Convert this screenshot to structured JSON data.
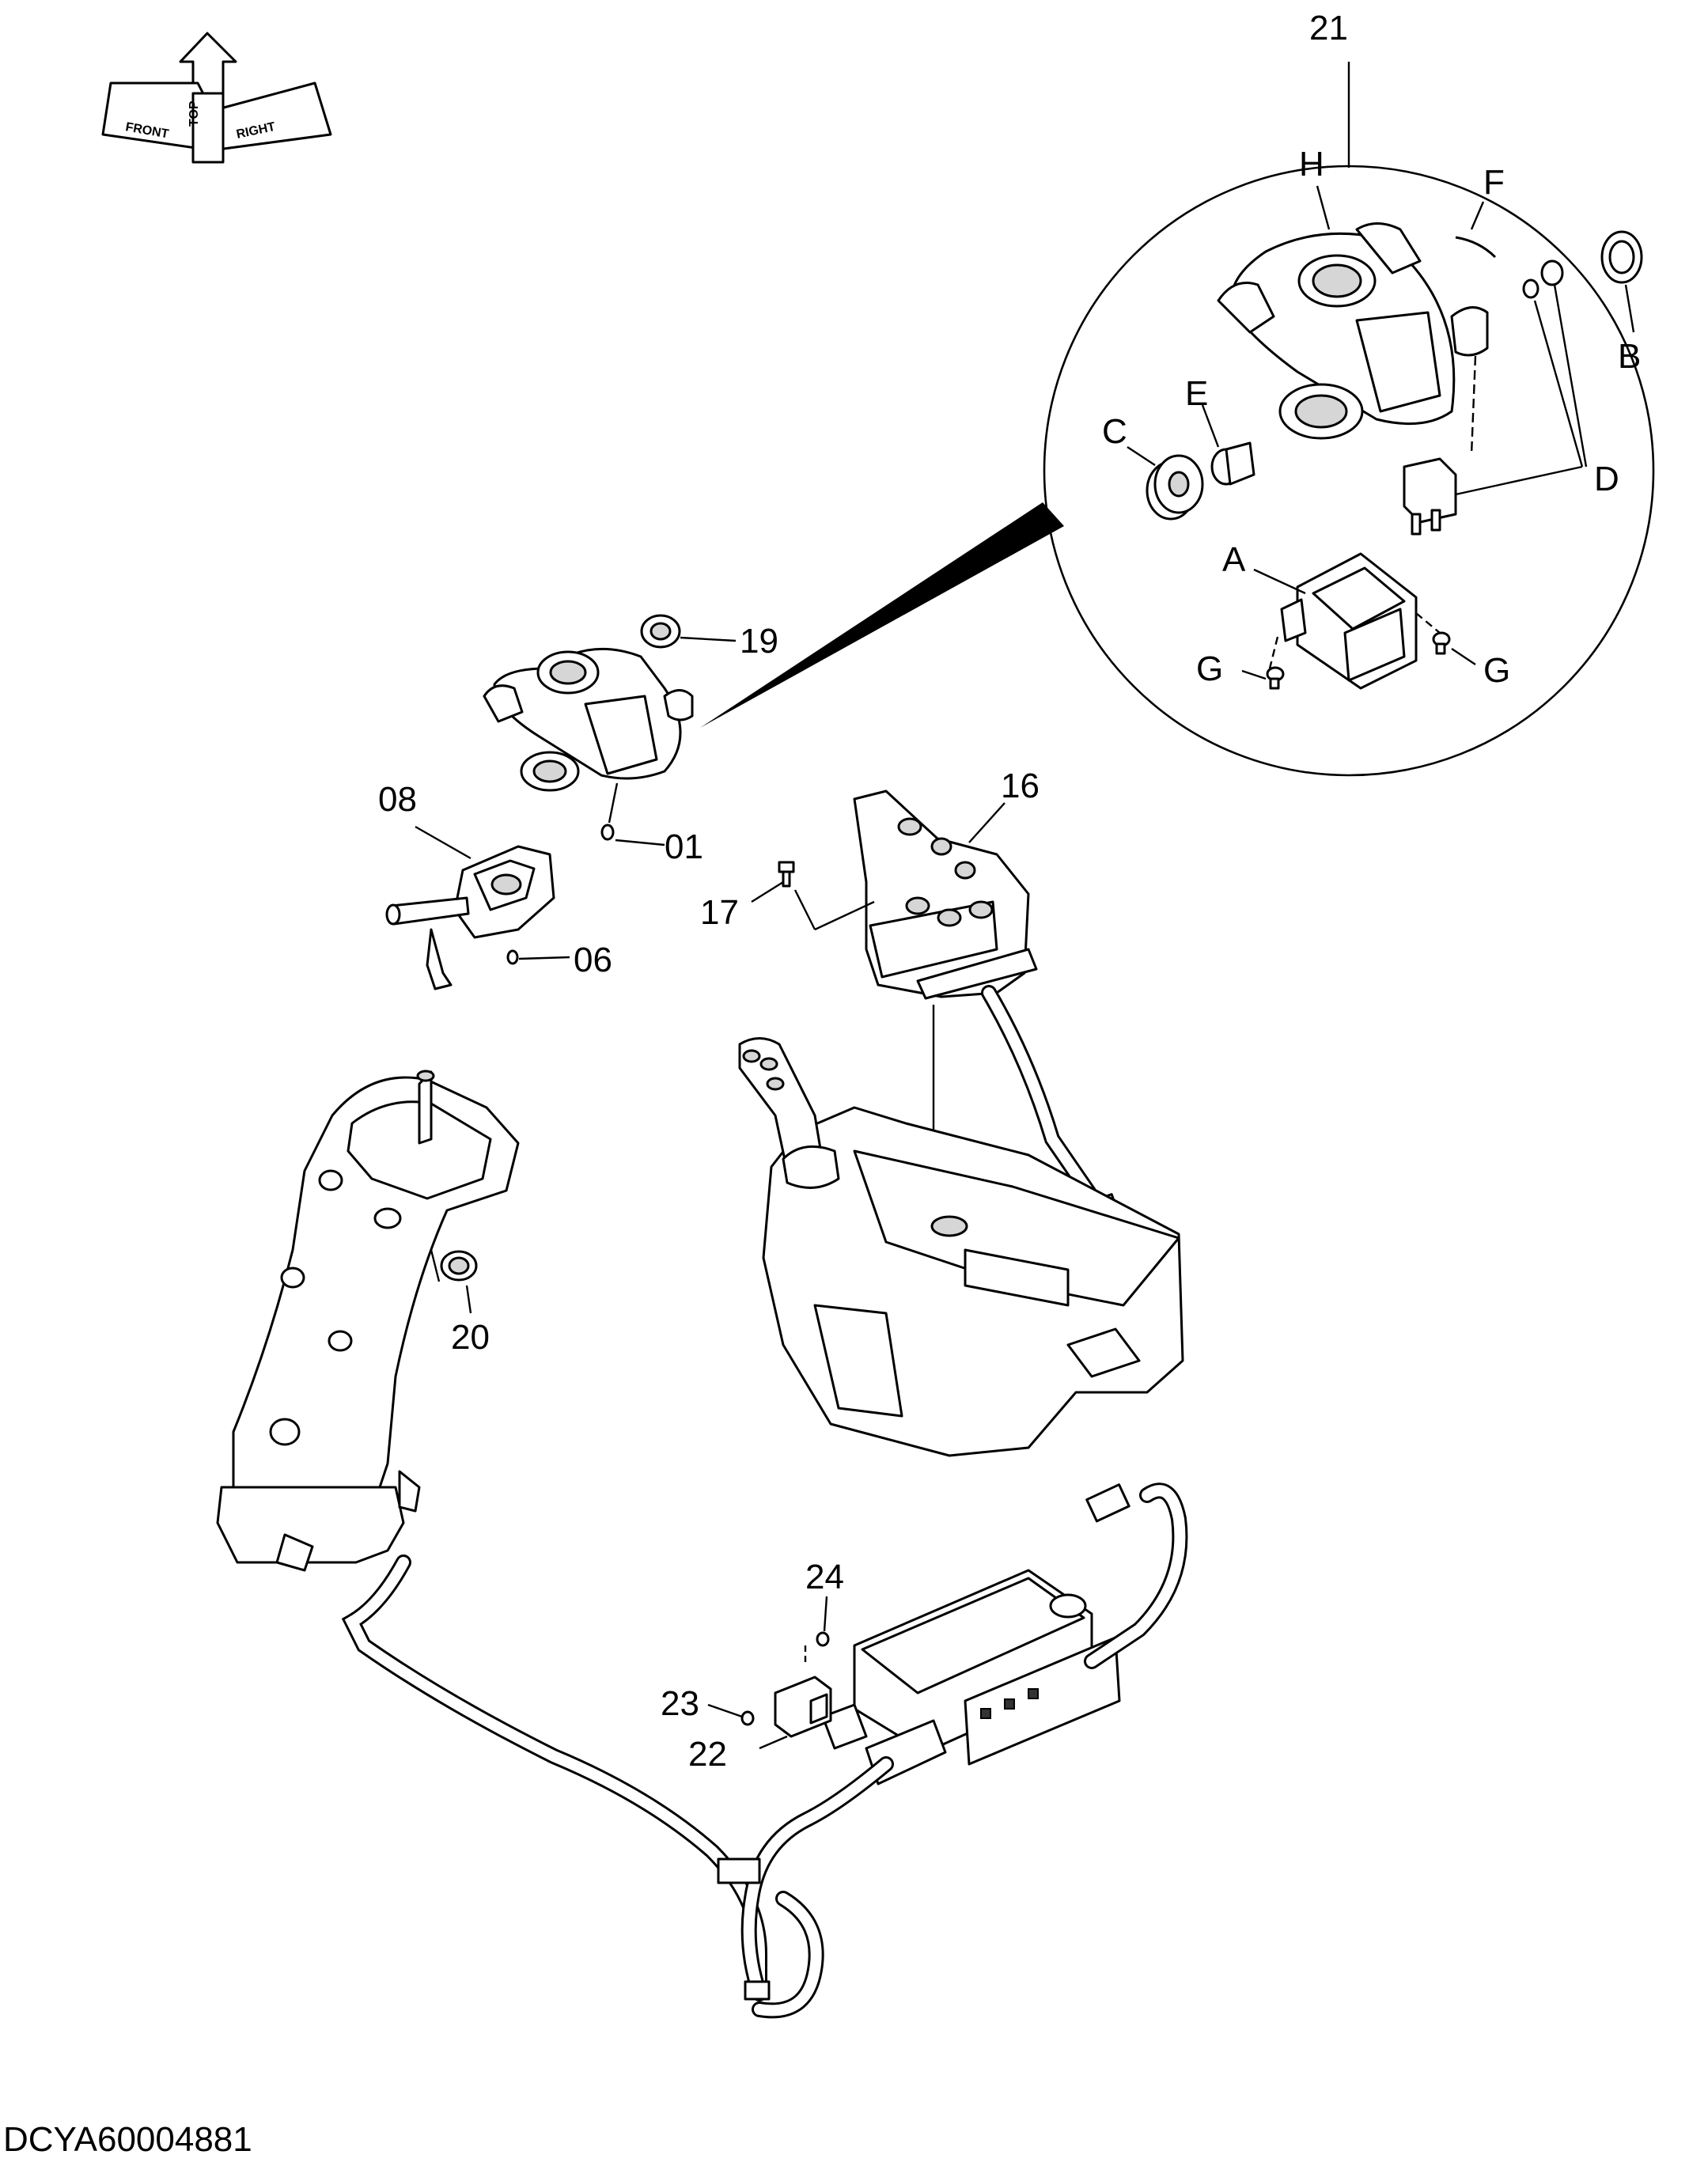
{
  "orientation": {
    "front": "FRONT",
    "top": "TOP",
    "right": "RIGHT"
  },
  "callouts": {
    "c01": "01",
    "c06": "06",
    "c08": "08",
    "c16": "16",
    "c17": "17",
    "c19": "19",
    "c20": "20",
    "c21": "21",
    "c22": "22",
    "c23": "23",
    "c24": "24"
  },
  "detail_letters": {
    "A": "A",
    "B": "B",
    "C": "C",
    "D": "D",
    "E": "E",
    "F": "F",
    "G1": "G",
    "G2": "G",
    "H": "H"
  },
  "document_code": "DCYA60004881"
}
